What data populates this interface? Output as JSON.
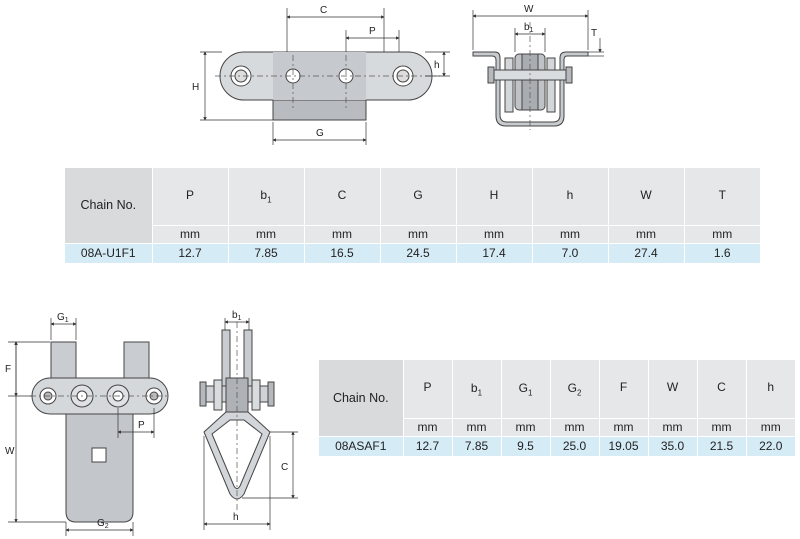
{
  "drawing1": {
    "labels": {
      "C": "C",
      "P": "P",
      "H": "H",
      "h": "h",
      "G": "G"
    }
  },
  "drawing2": {
    "labels": {
      "W": "W",
      "b1_main": "b",
      "b1_sub": "1",
      "T": "T"
    }
  },
  "drawing3": {
    "labels": {
      "G1_main": "G",
      "G1_sub": "1",
      "F": "F",
      "W": "W",
      "P": "P",
      "G2_main": "G",
      "G2_sub": "2"
    }
  },
  "drawing4": {
    "labels": {
      "b1_main": "b",
      "b1_sub": "1",
      "C": "C",
      "h": "h"
    }
  },
  "table1": {
    "chain_header": "Chain No.",
    "columns": [
      {
        "main": "P",
        "sub": ""
      },
      {
        "main": "b",
        "sub": "1"
      },
      {
        "main": "C",
        "sub": ""
      },
      {
        "main": "G",
        "sub": ""
      },
      {
        "main": "H",
        "sub": ""
      },
      {
        "main": "h",
        "sub": ""
      },
      {
        "main": "W",
        "sub": ""
      },
      {
        "main": "T",
        "sub": ""
      }
    ],
    "units": [
      "mm",
      "mm",
      "mm",
      "mm",
      "mm",
      "mm",
      "mm",
      "mm"
    ],
    "rows": [
      {
        "chain": "08A-U1F1",
        "values": [
          "12.7",
          "7.85",
          "16.5",
          "24.5",
          "17.4",
          "7.0",
          "27.4",
          "1.6"
        ]
      }
    ]
  },
  "table2": {
    "chain_header": "Chain No.",
    "columns": [
      {
        "main": "P",
        "sub": ""
      },
      {
        "main": "b",
        "sub": "1"
      },
      {
        "main": "G",
        "sub": "1"
      },
      {
        "main": "G",
        "sub": "2"
      },
      {
        "main": "F",
        "sub": ""
      },
      {
        "main": "W",
        "sub": ""
      },
      {
        "main": "C",
        "sub": ""
      },
      {
        "main": "h",
        "sub": ""
      }
    ],
    "units": [
      "mm",
      "mm",
      "mm",
      "mm",
      "mm",
      "mm",
      "mm",
      "mm"
    ],
    "rows": [
      {
        "chain": "08ASAF1",
        "values": [
          "12.7",
          "7.85",
          "9.5",
          "25.0",
          "19.05",
          "35.0",
          "21.5",
          "22.0"
        ]
      }
    ]
  }
}
